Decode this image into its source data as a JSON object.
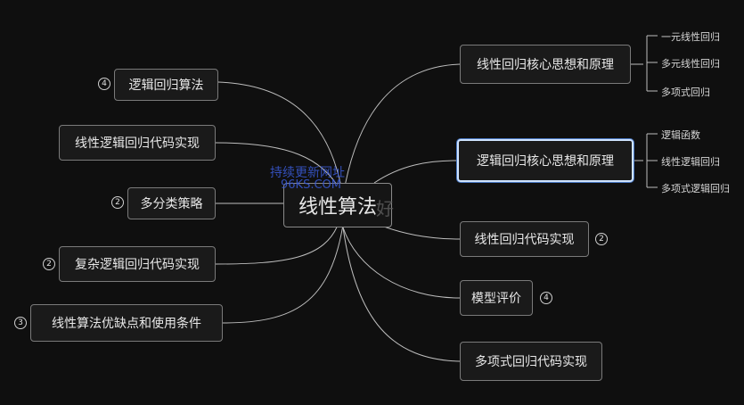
{
  "center": {
    "label": "线性算法"
  },
  "left_nodes": [
    {
      "label": "逻辑回归算法",
      "badge": "4"
    },
    {
      "label": "线性逻辑回归代码实现",
      "badge": ""
    },
    {
      "label": "多分类策略",
      "badge": "2"
    },
    {
      "label": "复杂逻辑回归代码实现",
      "badge": "2"
    },
    {
      "label": "线性算法优缺点和使用条件",
      "badge": "3"
    }
  ],
  "right_nodes": [
    {
      "label": "线性回归核心思想和原理",
      "badge": "",
      "children": [
        "一元线性回归",
        "多元线性回归",
        "多项式回归"
      ]
    },
    {
      "label": "逻辑回归核心思想和原理",
      "badge": "",
      "selected": true,
      "children": [
        "逻辑函数",
        "线性逻辑回归",
        "多项式逻辑回归"
      ]
    },
    {
      "label": "线性回归代码实现",
      "badge": "2"
    },
    {
      "label": "模型评价",
      "badge": "4"
    },
    {
      "label": "多项式回归代码实现",
      "badge": ""
    }
  ],
  "watermark": {
    "line1": "持续更新网址",
    "line2": "96KS.COM",
    "line3": "好"
  },
  "colors": {
    "line": "#bdbdbd",
    "border": "#7a7a7a",
    "selected": "#cfe3ff",
    "watermark": "#3a5bd8"
  }
}
